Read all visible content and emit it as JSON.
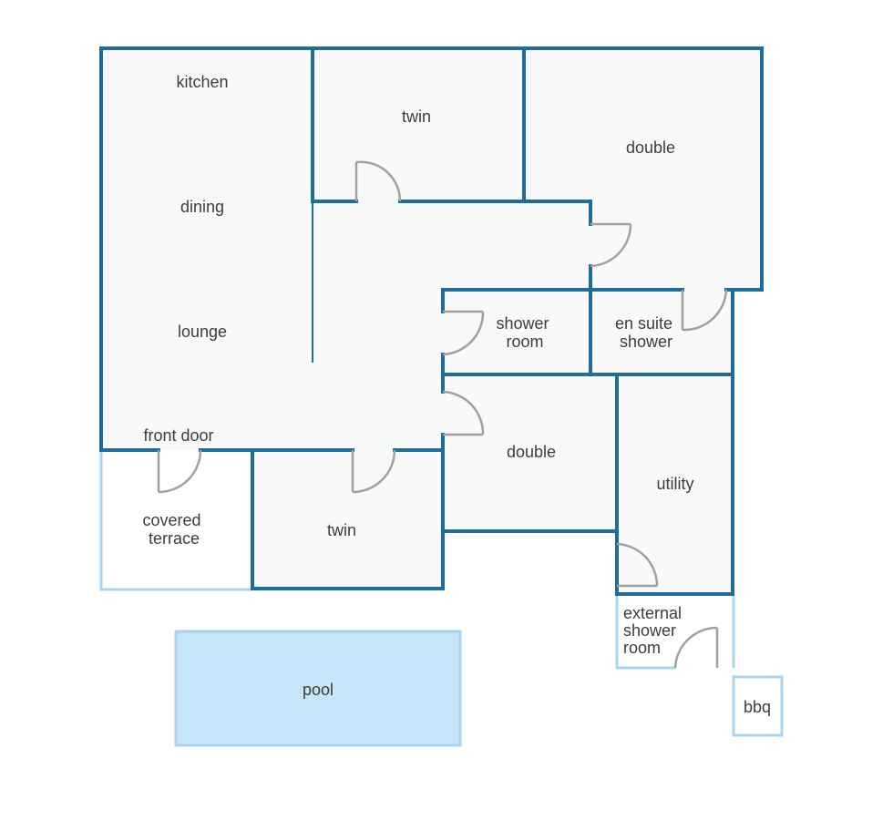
{
  "rooms": {
    "kitchen": "kitchen",
    "dining": "dining",
    "lounge": "lounge",
    "front_door": "front door",
    "twin_top": "twin",
    "double_top": "double",
    "shower_room": [
      "shower",
      "room"
    ],
    "en_suite_shower": [
      "en suite",
      "shower"
    ],
    "double_mid": "double",
    "utility": "utility",
    "covered_terrace": [
      "covered",
      "terrace"
    ],
    "twin_bottom": "twin",
    "external_shower_room": [
      "external",
      "shower",
      "room"
    ],
    "pool": "pool",
    "bbq": "bbq"
  },
  "colors": {
    "wall": "#1f6b9c",
    "outdoor_outline": "#a7d5ef",
    "pool_fill": "#c5e5f8",
    "door": "#a1a1a1",
    "floor": "#f8f9f9"
  }
}
